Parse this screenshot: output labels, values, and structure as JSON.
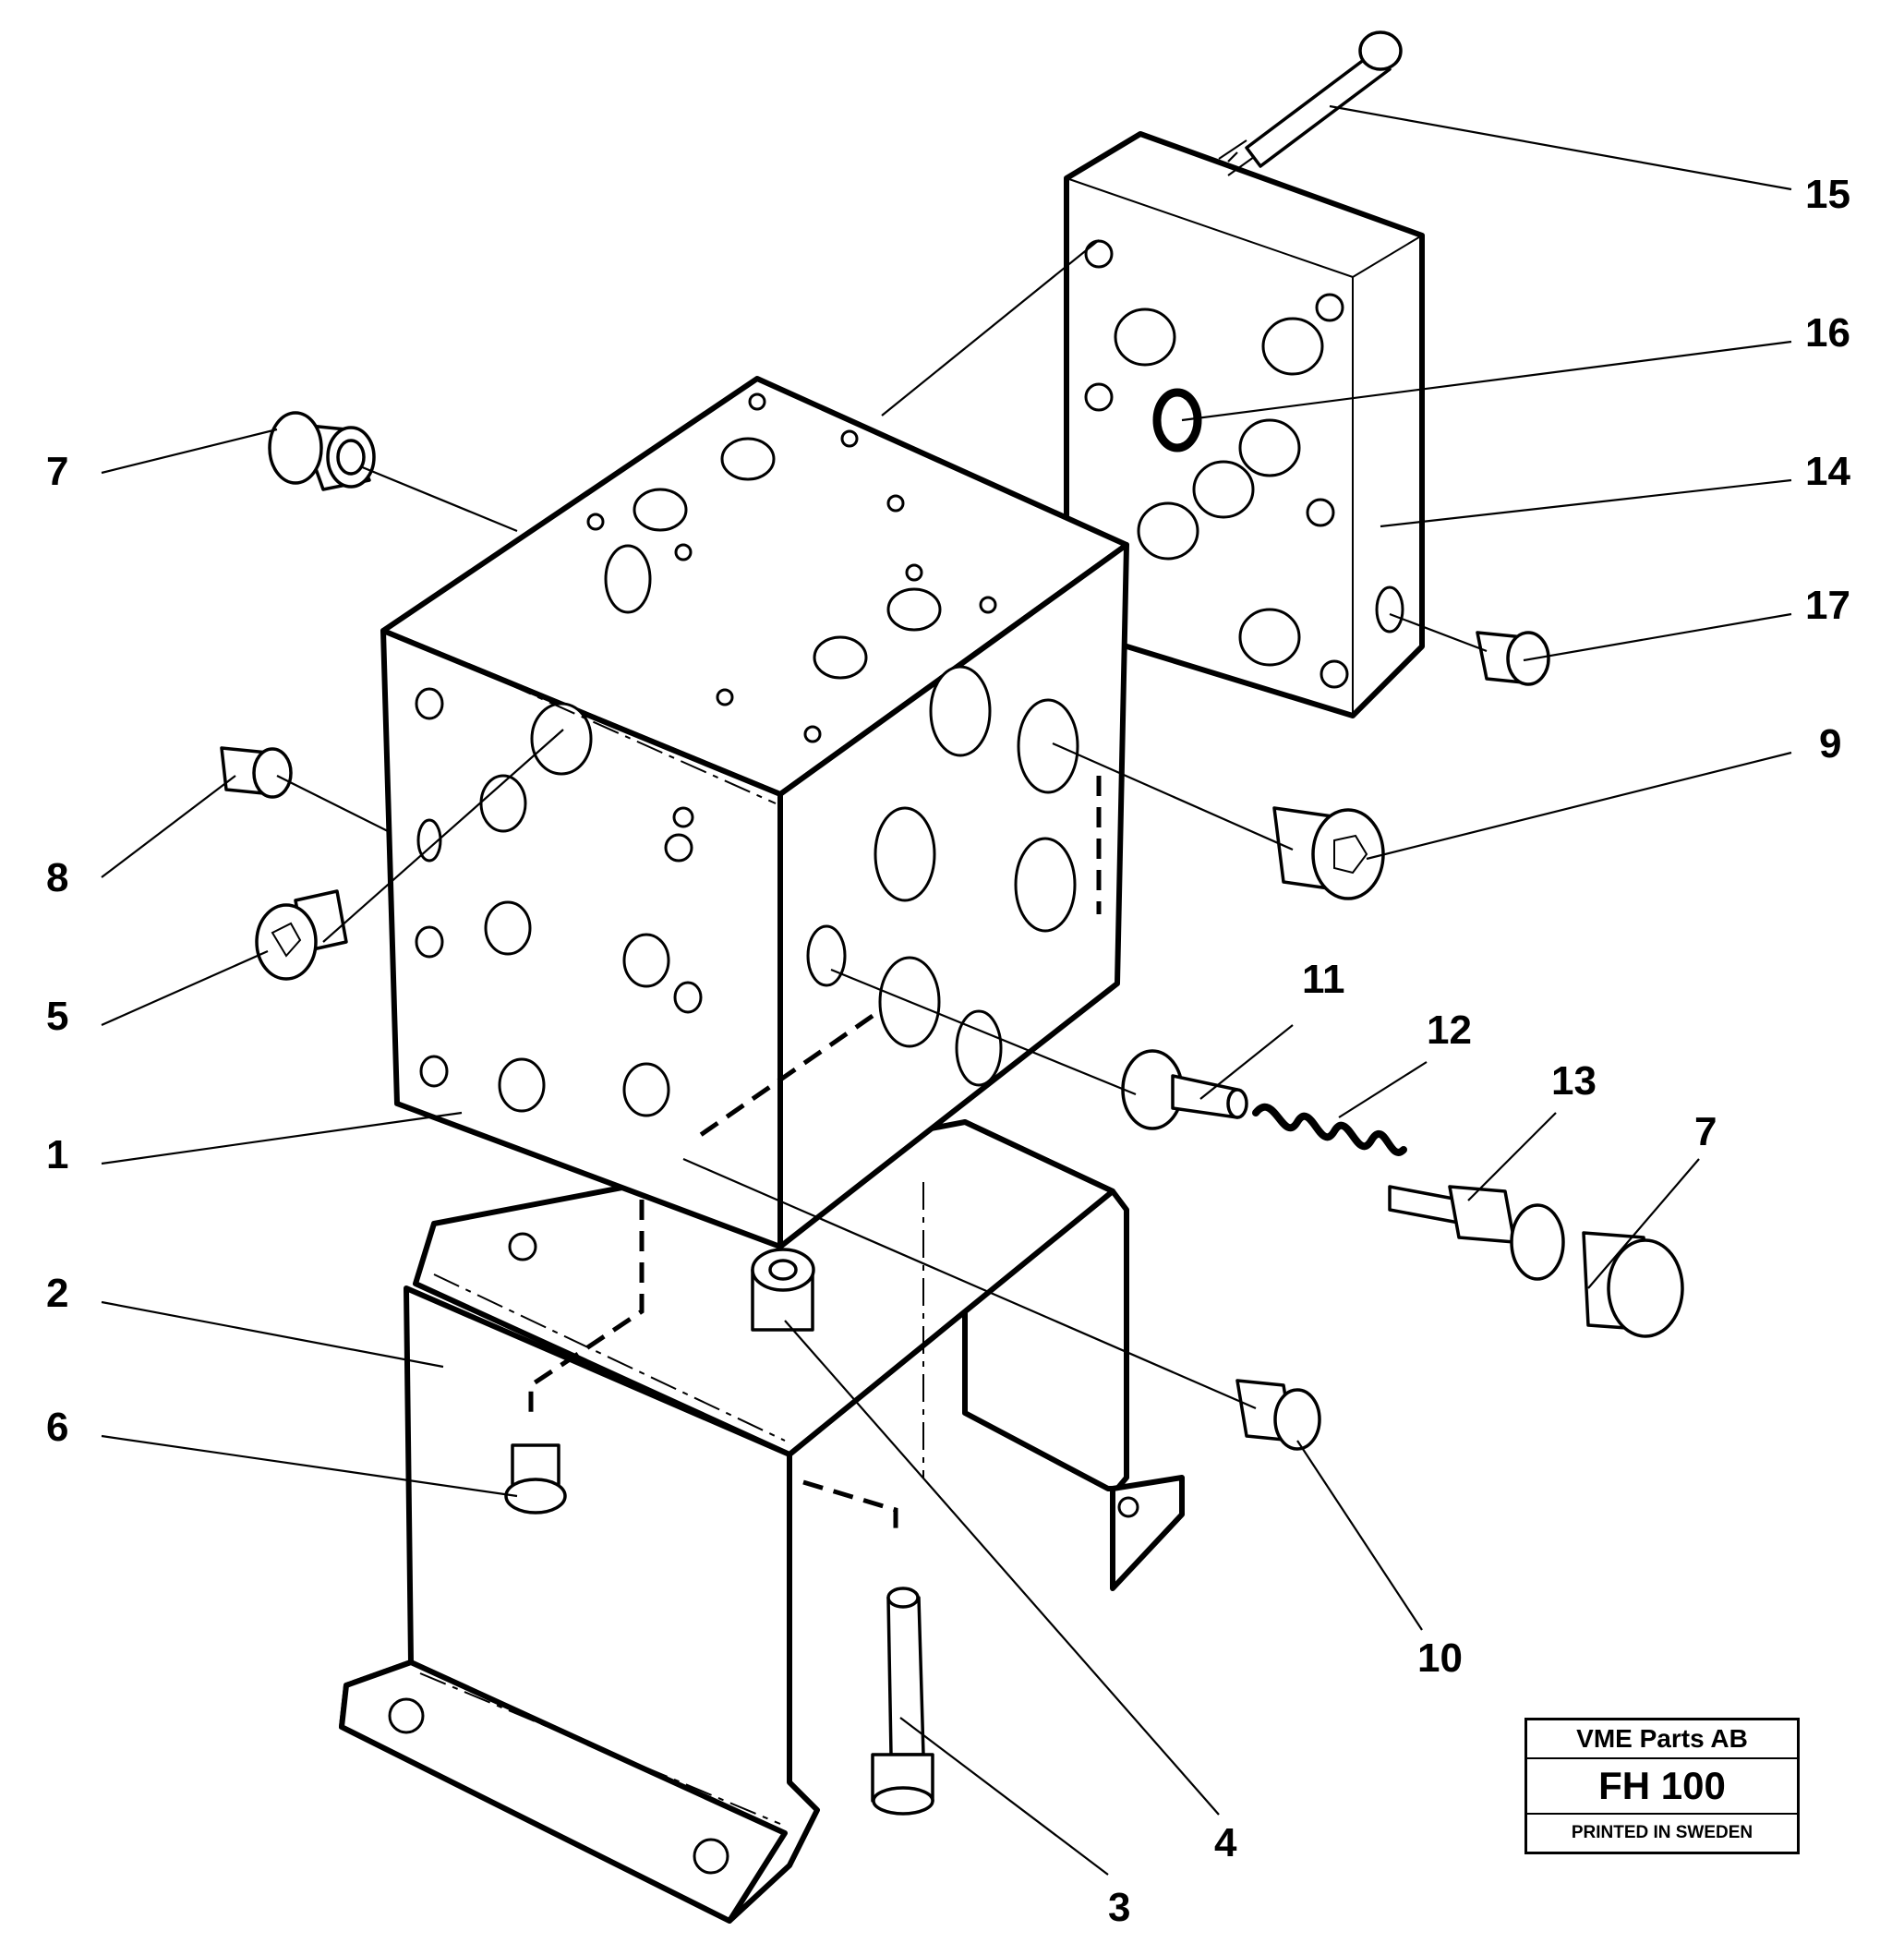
{
  "callouts": [
    {
      "id": "c15",
      "number": "15",
      "part": "screw"
    },
    {
      "id": "c16",
      "number": "16",
      "part": "o-ring"
    },
    {
      "id": "c7a",
      "number": "7",
      "part": "plug"
    },
    {
      "id": "c14",
      "number": "14",
      "part": "cover plate"
    },
    {
      "id": "c17",
      "number": "17",
      "part": "plug"
    },
    {
      "id": "c9",
      "number": "9",
      "part": "plug"
    },
    {
      "id": "c8",
      "number": "8",
      "part": "plug"
    },
    {
      "id": "c5",
      "number": "5",
      "part": "plug"
    },
    {
      "id": "c11",
      "number": "11",
      "part": "valve seat"
    },
    {
      "id": "c12",
      "number": "12",
      "part": "spring"
    },
    {
      "id": "c13",
      "number": "13",
      "part": "poppet"
    },
    {
      "id": "c7b",
      "number": "7",
      "part": "plug"
    },
    {
      "id": "c1",
      "number": "1",
      "part": "valve block"
    },
    {
      "id": "c2",
      "number": "2",
      "part": "bracket"
    },
    {
      "id": "c6",
      "number": "6",
      "part": "plug"
    },
    {
      "id": "c10",
      "number": "10",
      "part": "plug"
    },
    {
      "id": "c4",
      "number": "4",
      "part": "sleeve"
    },
    {
      "id": "c3",
      "number": "3",
      "part": "screw"
    }
  ],
  "stamp": {
    "company": "VME Parts AB",
    "code": "FH 100",
    "printed": "PRINTED IN SWEDEN"
  }
}
